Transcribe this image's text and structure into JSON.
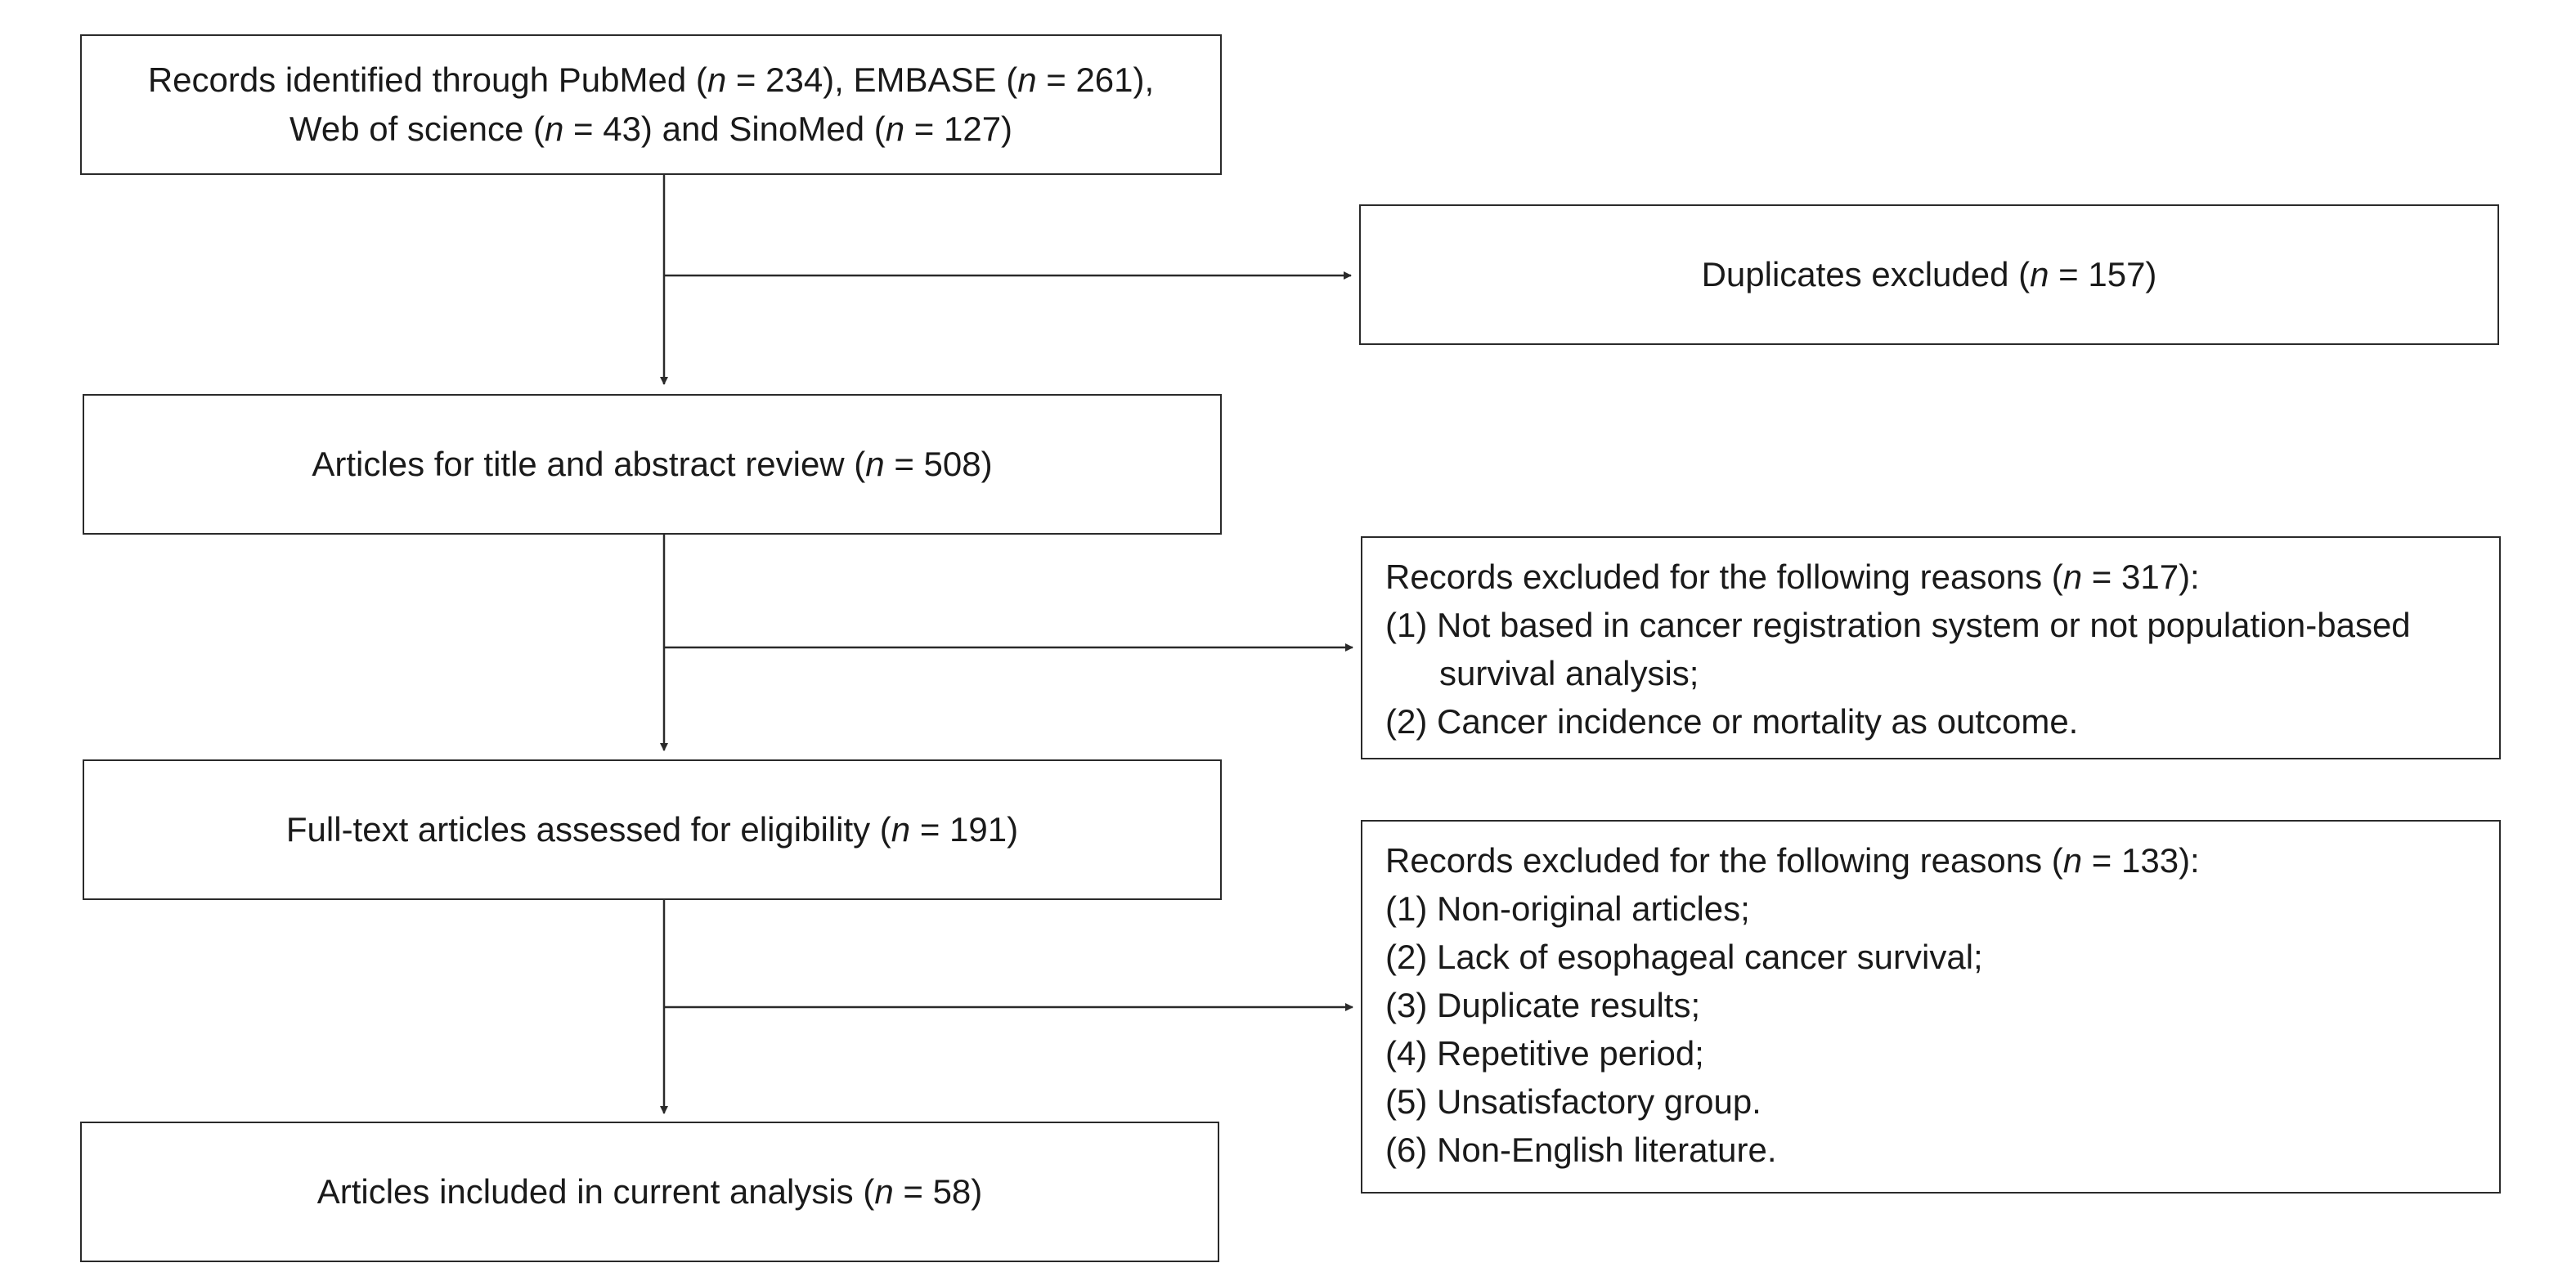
{
  "flow": {
    "identified": {
      "html": "Records identified through PubMed (<i>n</i> = 234), EMBASE (<i>n</i> = 261),<br>Web of science (<i>n</i> = 43) and SinoMed (<i>n</i> = 127)"
    },
    "screened": {
      "html": "Articles for title and abstract review (<i>n</i> = 508)"
    },
    "eligibility": {
      "html": "Full-text articles assessed for eligibility (<i>n</i> = 191)"
    },
    "included": {
      "html": "Articles included in current analysis (<i>n</i> = 58)"
    }
  },
  "exclusions": {
    "duplicates": {
      "html": "Duplicates excluded (<i>n</i> = 157)"
    },
    "screening": {
      "header_html": "Records excluded for the following reasons (<i>n</i> = 317):",
      "reasons": [
        "(1) Not based in cancer registration system or not population-based survival analysis;",
        "(2) Cancer incidence or mortality as outcome."
      ]
    },
    "fulltext": {
      "header_html": "Records excluded for the following reasons (<i>n</i> = 133):",
      "reasons": [
        "(1) Non-original articles;",
        "(2) Lack of esophageal cancer survival;",
        "(3) Duplicate results;",
        "(4) Repetitive period;",
        "(5) Unsatisfactory group.",
        "(6) Non-English literature."
      ]
    }
  },
  "colors": {
    "line": "#2a2a2a",
    "text": "#1a1a1a",
    "background": "#ffffff"
  }
}
